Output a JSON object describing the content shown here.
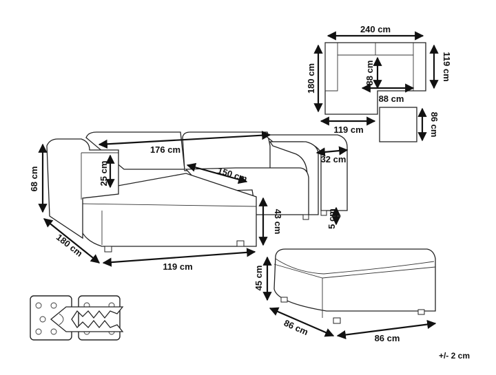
{
  "dimensions": {
    "plan_width": "240 cm",
    "plan_depth": "180 cm",
    "plan_arm_inner": "88 cm",
    "plan_seat_width": "88 cm",
    "plan_right_depth": "119 cm",
    "plan_chaise_width": "119 cm",
    "ottoman_plan": "86 cm",
    "back_width": "176 cm",
    "arm_height": "25 cm",
    "total_height": "68 cm",
    "seat_depth": "150 cm",
    "arm_width": "32 cm",
    "seat_height": "43 cm",
    "leg_height": "5 cm",
    "side_depth": "180 cm",
    "chaise_width": "119 cm",
    "ottoman_height": "45 cm",
    "ottoman_depth": "86 cm",
    "ottoman_width": "86 cm"
  },
  "tolerance": "+/- 2 cm",
  "icons": [
    "connector-bracket-icon"
  ]
}
